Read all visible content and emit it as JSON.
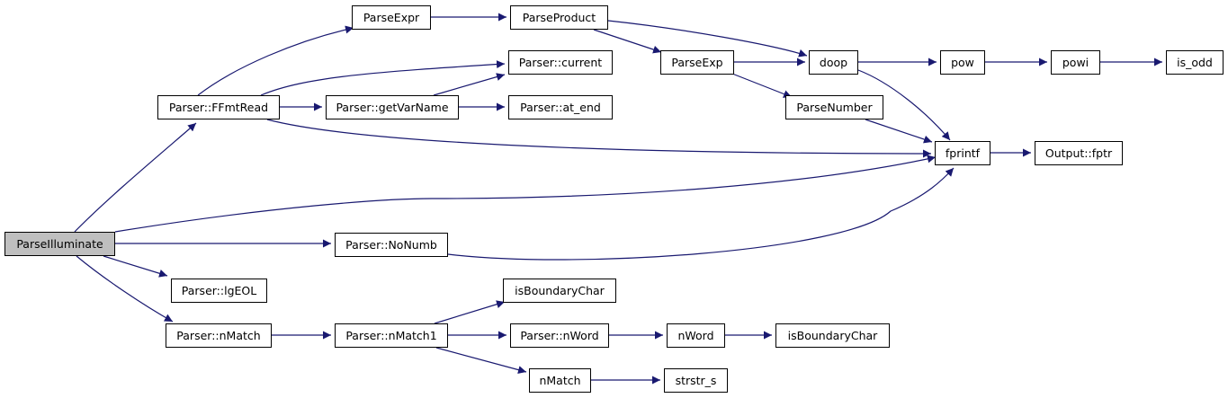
{
  "diagram": {
    "type": "call-graph",
    "edge_color": "#191970",
    "root_fill": "#bfbfbf",
    "nodes": [
      {
        "id": "root",
        "label": "ParseIlluminate"
      },
      {
        "id": "ffmtread",
        "label": "Parser::FFmtRead"
      },
      {
        "id": "igeol",
        "label": "Parser::lgEOL"
      },
      {
        "id": "nmatchp",
        "label": "Parser::nMatch"
      },
      {
        "id": "parseexpr",
        "label": "ParseExpr"
      },
      {
        "id": "getvarname",
        "label": "Parser::getVarName"
      },
      {
        "id": "nonumb",
        "label": "Parser::NoNumb"
      },
      {
        "id": "nmatch1",
        "label": "Parser::nMatch1"
      },
      {
        "id": "parseprod",
        "label": "ParseProduct"
      },
      {
        "id": "current",
        "label": "Parser::current"
      },
      {
        "id": "atend",
        "label": "Parser::at_end"
      },
      {
        "id": "isbc1",
        "label": "isBoundaryChar"
      },
      {
        "id": "nwordp",
        "label": "Parser::nWord"
      },
      {
        "id": "nmatch",
        "label": "nMatch"
      },
      {
        "id": "parseexp",
        "label": "ParseExp"
      },
      {
        "id": "parsenum",
        "label": "ParseNumber"
      },
      {
        "id": "nword",
        "label": "nWord"
      },
      {
        "id": "strstr",
        "label": "strstr_s"
      },
      {
        "id": "doop",
        "label": "doop"
      },
      {
        "id": "fprintf",
        "label": "fprintf"
      },
      {
        "id": "isbc2",
        "label": "isBoundaryChar"
      },
      {
        "id": "pow",
        "label": "pow"
      },
      {
        "id": "fptr",
        "label": "Output::fptr"
      },
      {
        "id": "powi",
        "label": "powi"
      },
      {
        "id": "isodd",
        "label": "is_odd"
      }
    ],
    "edges": [
      [
        "root",
        "ffmtread"
      ],
      [
        "root",
        "fprintf"
      ],
      [
        "root",
        "nonumb"
      ],
      [
        "root",
        "igeol"
      ],
      [
        "root",
        "nmatchp"
      ],
      [
        "ffmtread",
        "parseexpr"
      ],
      [
        "ffmtread",
        "current"
      ],
      [
        "ffmtread",
        "getvarname"
      ],
      [
        "ffmtread",
        "fprintf"
      ],
      [
        "parseexpr",
        "parseprod"
      ],
      [
        "parseprod",
        "doop"
      ],
      [
        "parseprod",
        "parseexp"
      ],
      [
        "getvarname",
        "current"
      ],
      [
        "getvarname",
        "atend"
      ],
      [
        "parseexp",
        "doop"
      ],
      [
        "parseexp",
        "parsenum"
      ],
      [
        "parsenum",
        "fprintf"
      ],
      [
        "doop",
        "pow"
      ],
      [
        "doop",
        "fprintf"
      ],
      [
        "pow",
        "powi"
      ],
      [
        "powi",
        "isodd"
      ],
      [
        "fprintf",
        "fptr"
      ],
      [
        "nonumb",
        "fprintf"
      ],
      [
        "nmatchp",
        "nmatch1"
      ],
      [
        "nmatch1",
        "isbc1"
      ],
      [
        "nmatch1",
        "nwordp"
      ],
      [
        "nmatch1",
        "nmatch"
      ],
      [
        "nwordp",
        "nword"
      ],
      [
        "nword",
        "isbc2"
      ],
      [
        "nmatch",
        "strstr"
      ]
    ]
  }
}
